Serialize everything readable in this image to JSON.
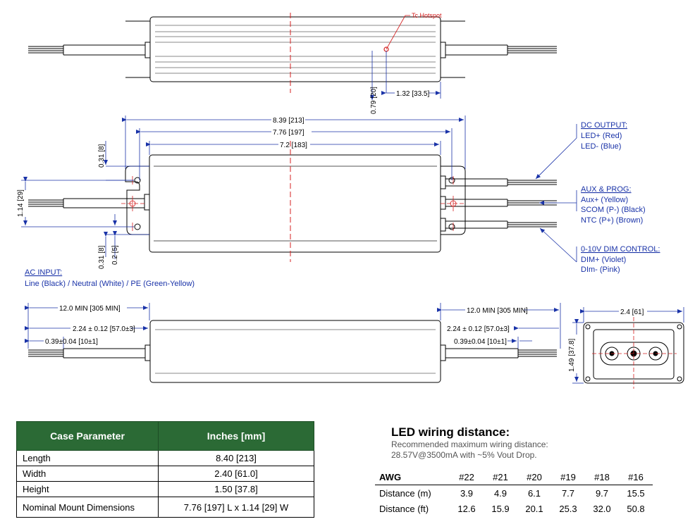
{
  "labels": {
    "tc_hotspot": "Tc Hotspot",
    "dc_output_title": "DC OUTPUT:",
    "dc_output_lines": [
      "LED+ (Red)",
      "LED- (Blue)"
    ],
    "aux_prog_title": "AUX & PROG:",
    "aux_prog_lines": [
      "Aux+ (Yellow)",
      "SCOM (P-) (Black)",
      "NTC (P+) (Brown)"
    ],
    "dim_control_title": "0-10V DIM CONTROL:",
    "dim_control_lines": [
      "DIM+ (Violet)",
      "DIm- (Pink)"
    ],
    "ac_input_title": "AC INPUT:",
    "ac_input_line": "Line (Black) / Neutral (White) / PE (Green-Yellow)"
  },
  "dimensions": {
    "d_079": "0.79 [20]",
    "d_132": "1.32 [33.5]",
    "d_839": "8.39 [213]",
    "d_776": "7.76 [197]",
    "d_72": "7.2 [183]",
    "d_031_top": "0.31 [8]",
    "d_114": "1.14 [29]",
    "d_031_bot": "0.31 [8]",
    "d_02": "0.2 [5]",
    "d_12_left": "12.0 MIN [305 MIN]",
    "d_224_left": "2.24 ± 0.12 [57.0±3]",
    "d_039_left": "0.39±0.04 [10±1]",
    "d_12_right": "12.0 MIN [305 MIN]",
    "d_224_right": "2.24 ± 0.12 [57.0±3]",
    "d_039_right": "0.39±0.04 [10±1]",
    "d_24": "2.4 [61]",
    "d_149": "1.49 [37.8]"
  },
  "colors": {
    "line": "#000000",
    "annotation": "#1a33a8",
    "hotspot": "#d42020",
    "table_header": "#2b6a35"
  },
  "case_table": {
    "headers": [
      "Case Parameter",
      "Inches [mm]"
    ],
    "rows": [
      [
        "Length",
        "8.40 [213]"
      ],
      [
        "Width",
        "2.40 [61.0]"
      ],
      [
        "Height",
        "1.50 [37.8]"
      ],
      [
        "Nominal Mount Dimensions",
        "7.76 [197] L x 1.14 [29] W"
      ]
    ]
  },
  "wiring": {
    "title": "LED wiring distance:",
    "subtitle_lines": [
      "Recommended maximum wiring distance:",
      "28.57V@3500mA with ~5% Vout Drop."
    ],
    "headers": [
      "AWG",
      "#22",
      "#21",
      "#20",
      "#19",
      "#18",
      "#16"
    ],
    "rows": [
      [
        "Distance (m)",
        "3.9",
        "4.9",
        "6.1",
        "7.7",
        "9.7",
        "15.5"
      ],
      [
        "Distance (ft)",
        "12.6",
        "15.9",
        "20.1",
        "25.3",
        "32.0",
        "50.8"
      ]
    ]
  }
}
